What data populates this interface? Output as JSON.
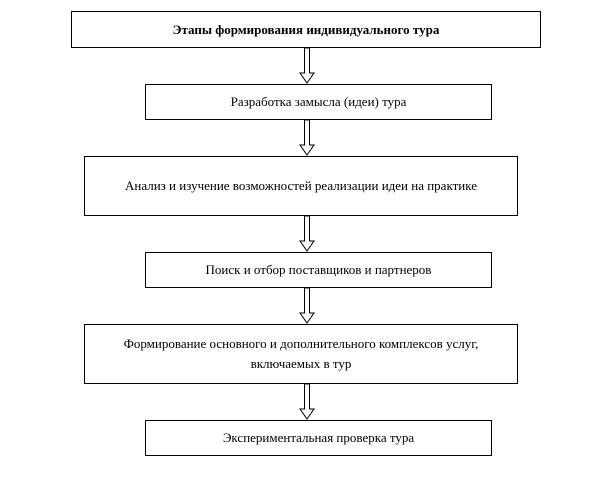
{
  "diagram": {
    "title": "Этапы формирования индивидуального  тура",
    "steps": [
      "Разработка замысла (идеи) тура",
      "Анализ и изучение возможностей реализации идеи на практике",
      "Поиск и отбор поставщиков и партнеров",
      "Формирование основного и дополнительного комплексов услуг, включаемых в тур",
      "Экспериментальная проверка тура"
    ]
  }
}
